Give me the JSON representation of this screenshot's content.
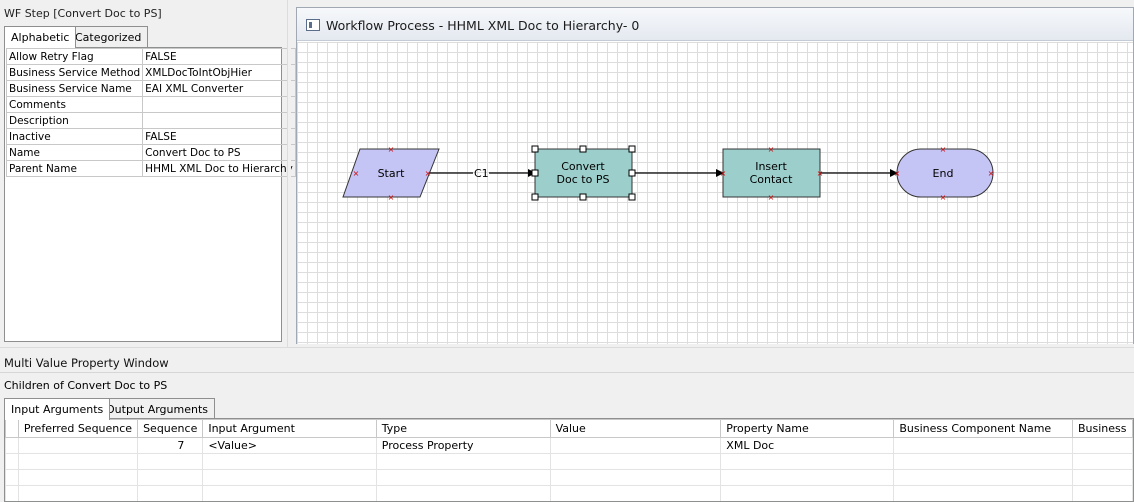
{
  "left_panel": {
    "title": "WF Step [Convert Doc to PS]",
    "tabs": [
      {
        "label": "Alphabetic",
        "active": true
      },
      {
        "label": "Categorized",
        "active": false
      }
    ],
    "properties": [
      {
        "name": "Allow Retry Flag",
        "value": "FALSE"
      },
      {
        "name": "Business Service Method",
        "value": "XMLDocToIntObjHier"
      },
      {
        "name": "Business Service Name",
        "value": "EAI XML Converter"
      },
      {
        "name": "Comments",
        "value": ""
      },
      {
        "name": "Description",
        "value": ""
      },
      {
        "name": "Inactive",
        "value": "FALSE"
      },
      {
        "name": "Name",
        "value": "Convert Doc to PS"
      },
      {
        "name": "Parent Name",
        "value": "HHML XML Doc to Hierarchy"
      }
    ]
  },
  "workflow": {
    "title": "Workflow Process - HHML XML Doc to Hierarchy- 0",
    "nodes": {
      "start": "Start",
      "convert_line1": "Convert",
      "convert_line2": "Doc to PS",
      "insert_line1": "Insert",
      "insert_line2": "Contact",
      "end": "End"
    },
    "connector_label": "C1",
    "colors": {
      "start_fill": "#c5c5f5",
      "task_fill": "#9ccfcc",
      "end_fill": "#c5c5f5",
      "port_marker": "#cc0000"
    }
  },
  "bottom": {
    "window_title": "Multi Value Property Window",
    "children_label": "Children of Convert Doc to PS",
    "tabs": [
      {
        "label": "Input Arguments",
        "active": true
      },
      {
        "label": "Output Arguments",
        "active": false
      }
    ],
    "columns": [
      "",
      "Preferred Sequence",
      "Sequence",
      "Input Argument",
      "Type",
      "Value",
      "Property Name",
      "Business Component Name",
      "Business"
    ],
    "rows": [
      [
        "",
        "",
        "7",
        "<Value>",
        "Process Property",
        "",
        "XML Doc",
        "",
        ""
      ]
    ]
  }
}
